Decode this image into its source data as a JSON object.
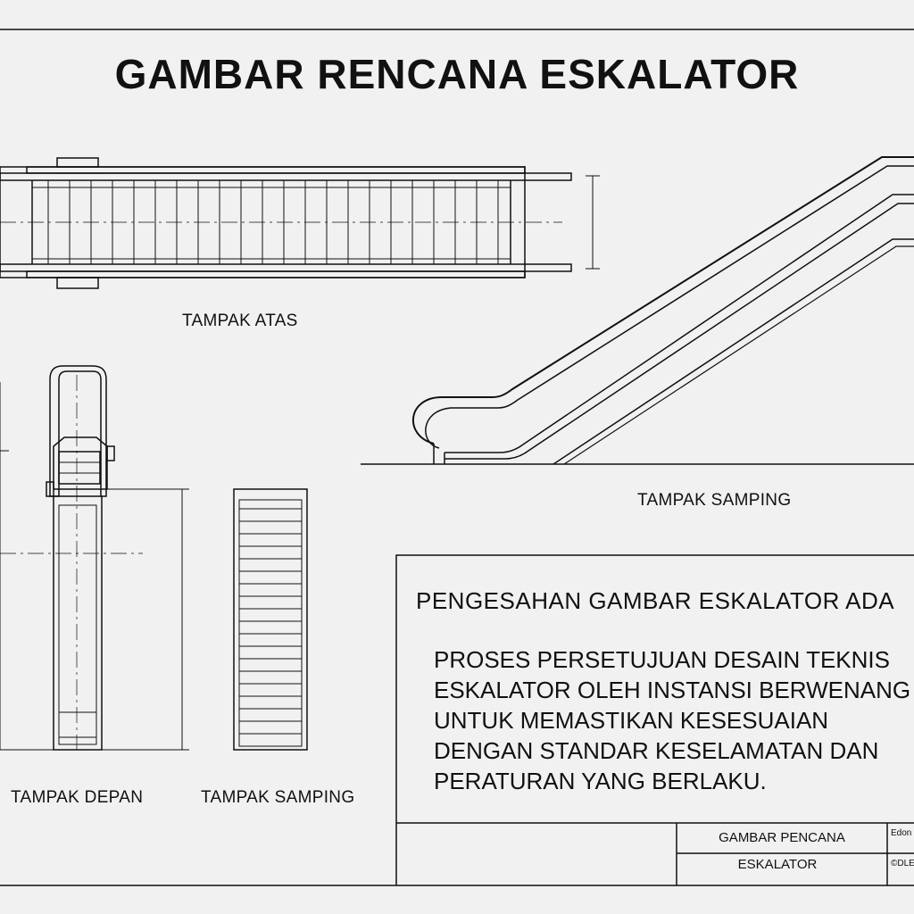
{
  "drawing": {
    "title": "GAMBAR RENCANA ESKALATOR",
    "views": {
      "top": "TAMPAK ATAS",
      "side_large": "TAMPAK SAMPING",
      "front": "TAMPAK DEPAN",
      "side_small": "TAMPAK SAMPING"
    }
  },
  "title_block": {
    "heading": "PENGESAHAN GAMBAR ESKALATOR ADA",
    "body_lines": [
      "PROSES PERSETUJUAN DESAIN TEKNIS",
      "ESKALATOR OLEH INSTANSI BERWENANG",
      "UNTUK MEMASTIKAN KESESUAIAN",
      "DENGAN STANDAR KESELAMATAN DAN",
      "PERATURAN YANG BERLAKU."
    ],
    "cell_title_1": "GAMBAR PENCANA",
    "cell_title_2": "ESKALATOR",
    "cell_note_1": "Edon",
    "cell_note_2": "©DLE"
  }
}
